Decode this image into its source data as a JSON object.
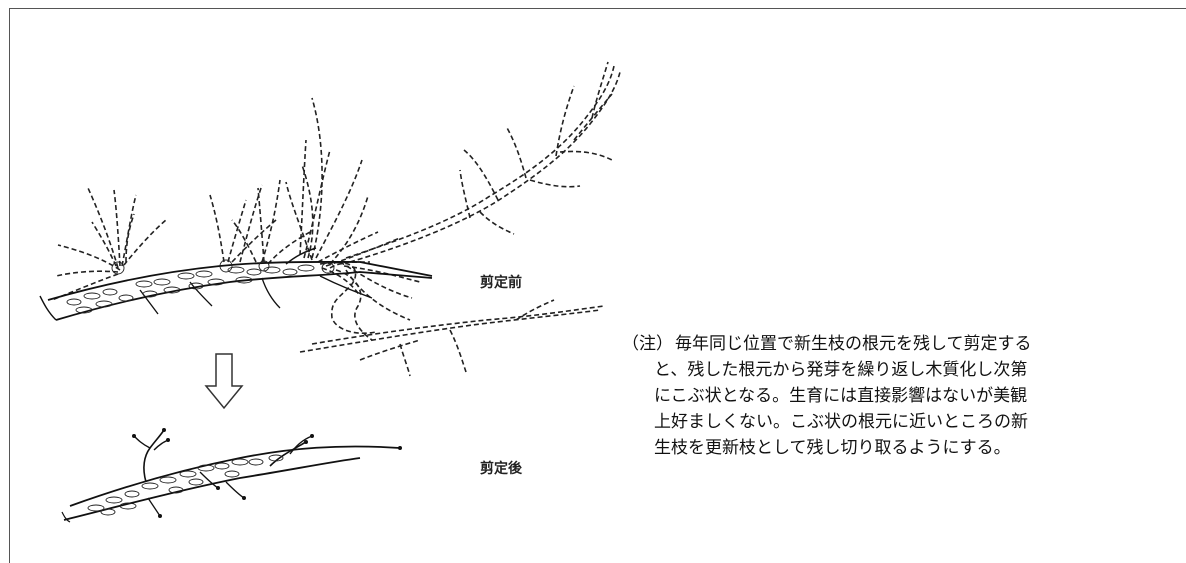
{
  "labels": {
    "before": "剪定前",
    "after": "剪定後"
  },
  "note": {
    "prefix": "（注）",
    "lines": [
      "毎年同じ位置で新生枝の根元を残して剪定する",
      "と、残した根元から発芽を繰り返し木質化し次第",
      "にこぶ状となる。生育には直接影響はないが美観",
      "上好ましくない。こぶ状の根元に近いところの新",
      "生枝を更新枝として残し切り取るようにする。"
    ]
  },
  "arrow": {
    "icon": "down-arrow-icon"
  }
}
